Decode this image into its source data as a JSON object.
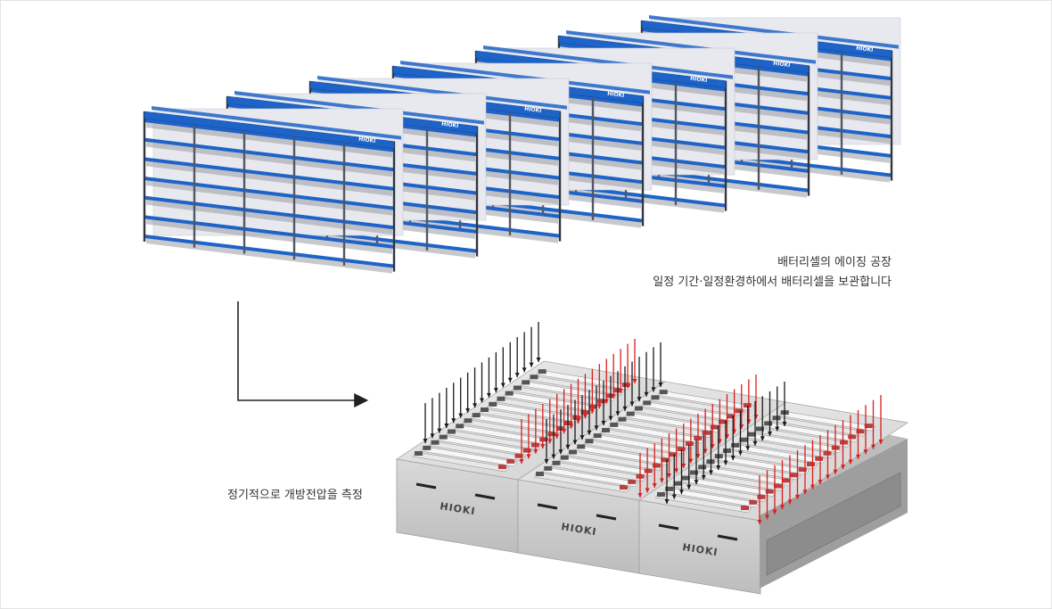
{
  "aging_facility": {
    "title": "배터리셀의 에이징 공장",
    "description": "일정 기간·일정환경하에서 배터리셀을 보관합니다",
    "rack_brand": "HIOKI",
    "rack_count": 7,
    "rack_color": "#1e63c8"
  },
  "measurement": {
    "label": "정기적으로 개방전압을 측정",
    "unit_brand": "HIOKI",
    "unit_count": 3,
    "probe_colors": {
      "black": "#1a1a1a",
      "red": "#d91e1e"
    }
  }
}
